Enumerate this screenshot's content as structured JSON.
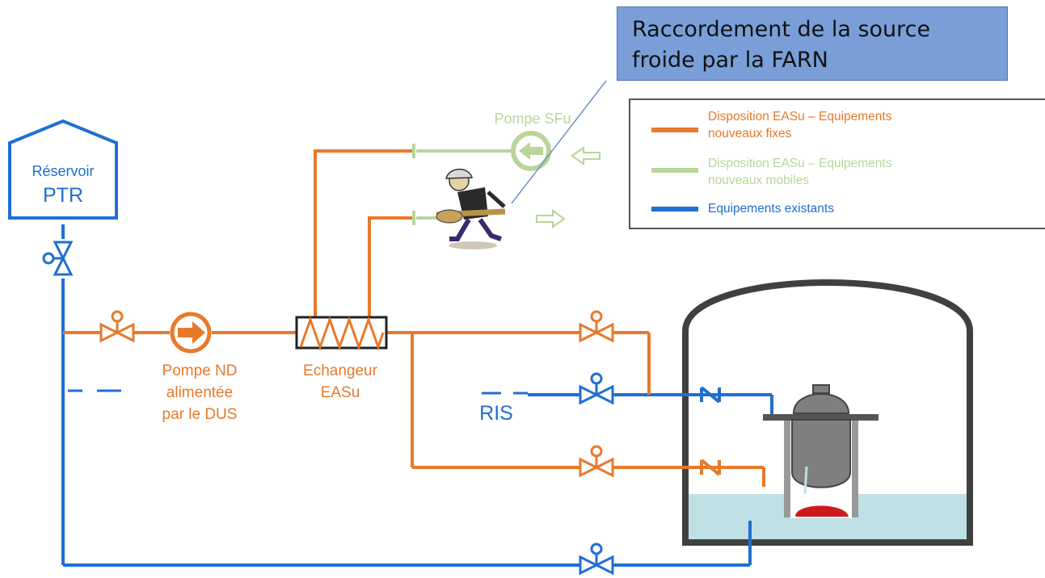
{
  "callout": {
    "line1": "Raccordement de la source",
    "line2": "froide par la FARN"
  },
  "legend": {
    "items": [
      {
        "line1": "Disposition EASu – Equipements",
        "line2": "nouveaux fixes",
        "color": "#e8792b"
      },
      {
        "line1": "Disposition EASu – Equipements",
        "line2": "nouveaux mobiles",
        "color": "#b9d59a"
      },
      {
        "line1": "Equipements existants",
        "line2": "",
        "color": "#1f6fd1"
      }
    ]
  },
  "labels": {
    "reservoir_line1": "Réservoir",
    "reservoir_line2": "PTR",
    "pompe_sfu": "Pompe SFu",
    "pompe_nd_line1": "Pompe ND",
    "pompe_nd_line2": "alimentée",
    "pompe_nd_line3": "par le DUS",
    "echangeur_line1": "Echangeur",
    "echangeur_line2": "EASu",
    "ris": "RIS"
  },
  "colors": {
    "orange": "#e8792b",
    "green": "#b9d59a",
    "blue": "#1f6fd1",
    "water": "#bfe0e5",
    "core": "#cc1a1a",
    "vessel": "#7f7f7f"
  }
}
